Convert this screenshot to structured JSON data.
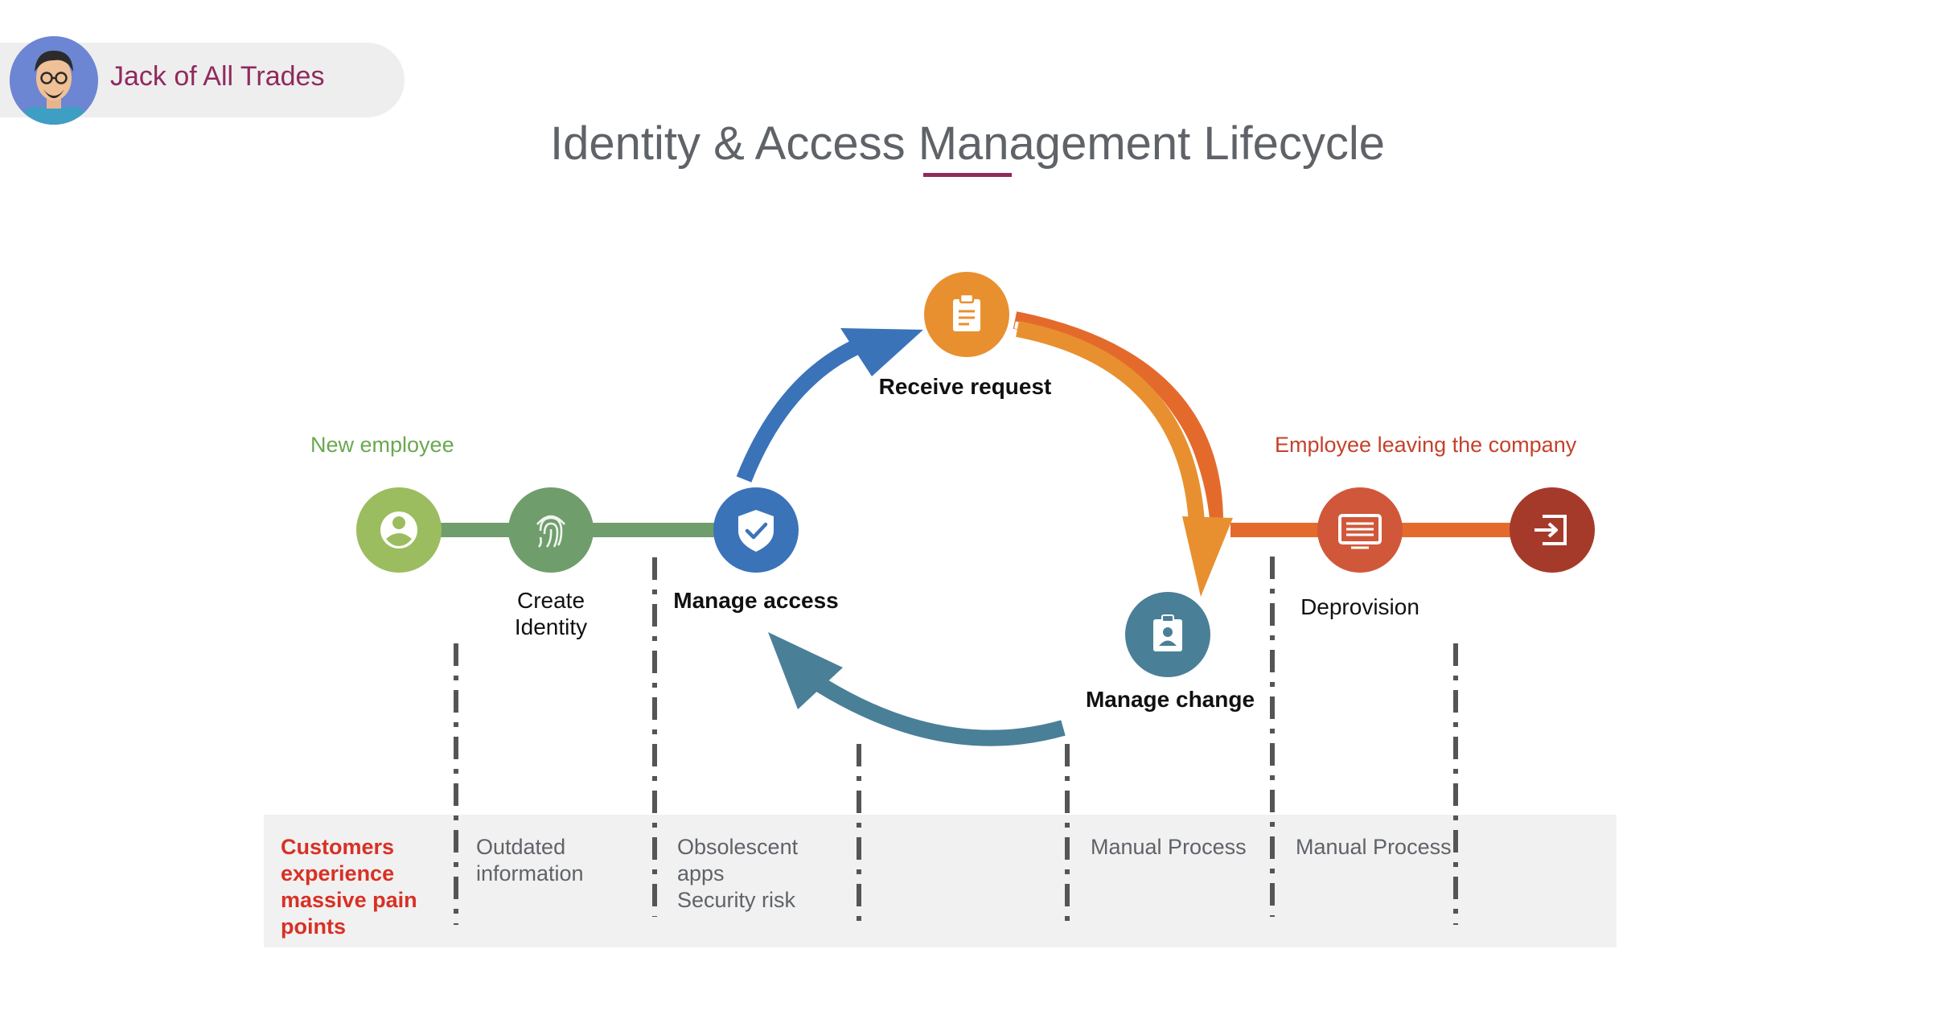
{
  "channel": {
    "name": "Jack of All Trades"
  },
  "title": "Identity & Access Management Lifecycle",
  "groups": {
    "new_employee": {
      "label": "New employee",
      "color": "#6aa84f"
    },
    "leaving": {
      "label": "Employee leaving the company",
      "color": "#c5412b"
    }
  },
  "stages": {
    "create_identity": {
      "label": "Create\nIdentity"
    },
    "manage_access": {
      "label": "Manage access"
    },
    "receive_request": {
      "label": "Receive request"
    },
    "manage_change": {
      "label": "Manage change"
    },
    "deprovision": {
      "label": "Deprovision"
    }
  },
  "pain_points": {
    "heading": "Customers\nexperience\nmassive pain\npoints",
    "items": [
      "Outdated\ninformation",
      "Obsolescent\napps\nSecurity risk",
      "Manual Process",
      "Manual Process"
    ]
  },
  "icons": {
    "new_employee": "person-icon",
    "create_identity": "fingerprint-icon",
    "manage_access": "shield-check-icon",
    "receive_request": "clipboard-icon",
    "manage_change": "id-badge-icon",
    "deprovision": "monitor-list-icon",
    "exit": "exit-icon"
  },
  "colors": {
    "green_light": "#9bbd5f",
    "green": "#6f9e6c",
    "blue": "#3b73b9",
    "teal": "#4a7f98",
    "orange": "#e8902f",
    "orange_dark": "#e46a2c",
    "red_orange": "#d1573a",
    "brick": "#a53a2b",
    "accent": "#8f2a5e"
  }
}
